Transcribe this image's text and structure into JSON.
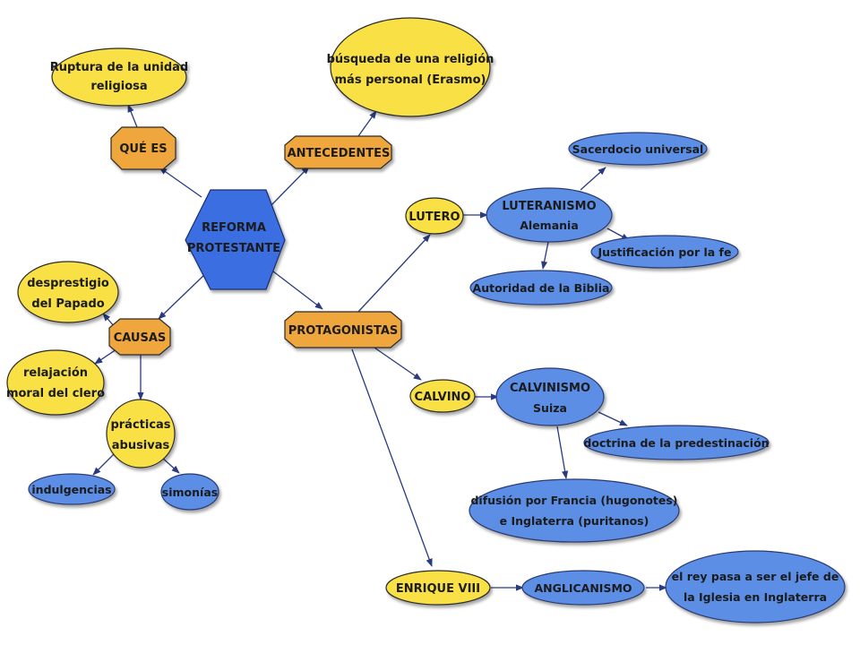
{
  "diagram": {
    "center": {
      "line1": "REFORMA",
      "line2": "PROTESTANTE"
    },
    "que_es": {
      "label": "QUÉ ES"
    },
    "ruptura": {
      "line1": "Ruptura de la unidad",
      "line2": "religiosa"
    },
    "antecedentes": {
      "label": "ANTECEDENTES"
    },
    "busqueda": {
      "line1": "búsqueda de una religión",
      "line2": "más personal (Erasmo)"
    },
    "causas": {
      "label": "CAUSAS"
    },
    "desprestigio": {
      "line1": "desprestigio",
      "line2": "del Papado"
    },
    "relajacion": {
      "line1": "relajación",
      "line2": "moral del clero"
    },
    "practicas": {
      "line1": "prácticas",
      "line2": "abusivas"
    },
    "indulgencias": {
      "label": "indulgencias"
    },
    "simonias": {
      "label": "simonías"
    },
    "protagonistas": {
      "label": "PROTAGONISTAS"
    },
    "lutero": {
      "label": "LUTERO"
    },
    "luteranismo": {
      "line1": "LUTERANISMO",
      "line2": "Alemania"
    },
    "sacerdocio": {
      "label": "Sacerdocio universal"
    },
    "justificacion": {
      "label": "Justificación por la fe"
    },
    "autoridad": {
      "label": "Autoridad de la Biblia"
    },
    "calvino": {
      "label": "CALVINO"
    },
    "calvinismo": {
      "line1": "CALVINISMO",
      "line2": "Suiza"
    },
    "predestinacion": {
      "label": "doctrina de la predestinación"
    },
    "difusion": {
      "line1": "difusión por Francia (hugonotes)",
      "line2": "e Inglaterra (puritanos)"
    },
    "enrique": {
      "label": "ENRIQUE VIII"
    },
    "anglicanismo": {
      "label": "ANGLICANISMO"
    },
    "rey": {
      "line1": "el rey pasa a ser el jefe de",
      "line2": "la Iglesia en Inglaterra"
    }
  },
  "colors": {
    "yellow_node": "#f8e045",
    "blue_node": "#5b8ee6",
    "orange_node": "#eea63c",
    "center_node": "#3a6ee0",
    "edge": "#2a3a80"
  }
}
